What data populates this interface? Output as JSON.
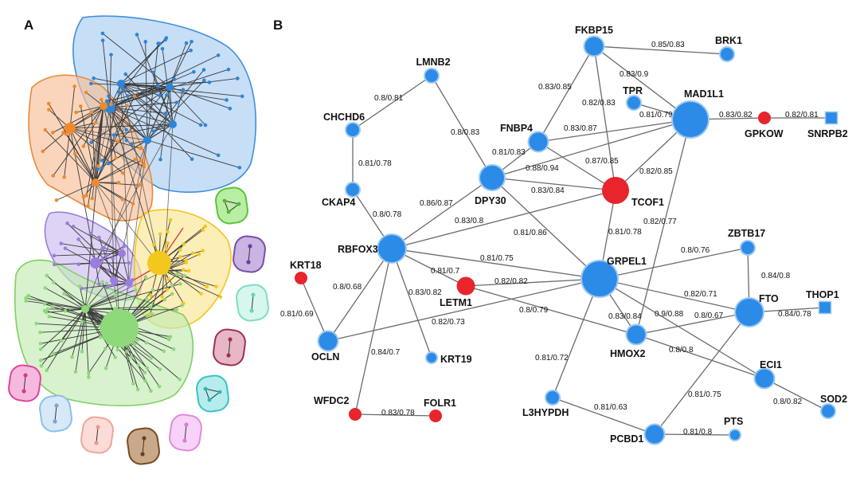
{
  "panels": {
    "a_label": "A",
    "b_label": "B"
  },
  "colors": {
    "blue_node": "#2b8be6",
    "blue_ring": "#9cc8f3",
    "red_node": "#e8242c",
    "edge": "#6b6b6b",
    "cluster_blue": "#a9cdf2",
    "cluster_orange": "#f7b98a",
    "cluster_purple": "#c7b3ec",
    "cluster_yellow": "#fbe27a",
    "cluster_green": "#b9e6a9"
  },
  "clusters": [
    {
      "name": "blue",
      "fill": "#a9cdf2",
      "stroke": "#3f8fdb",
      "node": "#2f84d6"
    },
    {
      "name": "orange",
      "fill": "#f7bf97",
      "stroke": "#e98a3d",
      "node": "#ef8a2c"
    },
    {
      "name": "purple",
      "fill": "#cdbcf0",
      "stroke": "#9a7fdc",
      "node": "#9b7ce0"
    },
    {
      "name": "yellow",
      "fill": "#fbe590",
      "stroke": "#f1c51f",
      "node": "#f3c81d"
    },
    {
      "name": "green",
      "fill": "#c1ebb2",
      "stroke": "#7fcf62",
      "node": "#8ed97a"
    }
  ],
  "small_clusters": [
    {
      "name": "green-triangle",
      "fill": "#b8eea3",
      "stroke": "#5cc43c",
      "node": "#4fb92d",
      "shape": "triangle"
    },
    {
      "name": "purple-pair",
      "fill": "#c9b4e2",
      "stroke": "#7a4ea7",
      "node": "#6c3f9a",
      "shape": "pair"
    },
    {
      "name": "mint-pair",
      "fill": "#d6f7ee",
      "stroke": "#7fdcc2",
      "node": "#6fd2b4",
      "shape": "pair"
    },
    {
      "name": "maroon-pair",
      "fill": "#e7b7c6",
      "stroke": "#a03054",
      "node": "#a03054",
      "shape": "pair"
    },
    {
      "name": "cyan-triangle",
      "fill": "#b6ecec",
      "stroke": "#39c3c3",
      "node": "#2bb5b5",
      "shape": "triangle"
    },
    {
      "name": "magenta-pair",
      "fill": "#f6b9dd",
      "stroke": "#e0449e",
      "node": "#d33a90",
      "shape": "pair"
    },
    {
      "name": "lightblue-pair",
      "fill": "#d7e8f8",
      "stroke": "#8dbfe8",
      "node": "#7fa6c8",
      "shape": "pair"
    },
    {
      "name": "pink-pair",
      "fill": "#fbdcd8",
      "stroke": "#f0a59a",
      "node": "#e89a8e",
      "shape": "pair"
    },
    {
      "name": "brown-pair",
      "fill": "#c8a98a",
      "stroke": "#7b4a20",
      "node": "#6e3f17",
      "shape": "pair"
    },
    {
      "name": "lilac-pair",
      "fill": "#f7d3f7",
      "stroke": "#e08ae0",
      "node": "#d97bd9",
      "shape": "pair"
    }
  ],
  "nodes": [
    {
      "id": "LMNB2",
      "label": "LMNB2",
      "color": "blue",
      "size": "small",
      "shape": "circle"
    },
    {
      "id": "CHCHD6",
      "label": "CHCHD6",
      "color": "blue",
      "size": "small",
      "shape": "circle"
    },
    {
      "id": "CKAP4",
      "label": "CKAP4",
      "color": "blue",
      "size": "small",
      "shape": "circle"
    },
    {
      "id": "RBFOX3",
      "label": "RBFOX3",
      "color": "blue",
      "size": "large",
      "shape": "circle"
    },
    {
      "id": "KRT18",
      "label": "KRT18",
      "color": "red",
      "size": "small",
      "shape": "circle"
    },
    {
      "id": "OCLN",
      "label": "OCLN",
      "color": "blue",
      "size": "medium",
      "shape": "circle"
    },
    {
      "id": "LETM1",
      "label": "LETM1",
      "color": "red",
      "size": "medium",
      "shape": "circle"
    },
    {
      "id": "KRT19",
      "label": "KRT19",
      "color": "blue",
      "size": "tiny",
      "shape": "circle"
    },
    {
      "id": "WFDC2",
      "label": "WFDC2",
      "color": "red",
      "size": "small",
      "shape": "circle"
    },
    {
      "id": "FOLR1",
      "label": "FOLR1",
      "color": "red",
      "size": "small",
      "shape": "circle"
    },
    {
      "id": "DPY30",
      "label": "DPY30",
      "color": "blue",
      "size": "medium-large",
      "shape": "circle"
    },
    {
      "id": "FNBP4",
      "label": "FNBP4",
      "color": "blue",
      "size": "medium",
      "shape": "circle"
    },
    {
      "id": "FKBP15",
      "label": "FKBP15",
      "color": "blue",
      "size": "medium",
      "shape": "circle"
    },
    {
      "id": "BRK1",
      "label": "BRK1",
      "color": "blue",
      "size": "small",
      "shape": "circle"
    },
    {
      "id": "TPR",
      "label": "TPR",
      "color": "blue",
      "size": "small",
      "shape": "circle"
    },
    {
      "id": "MAD1L1",
      "label": "MAD1L1",
      "color": "blue",
      "size": "xlarge",
      "shape": "circle"
    },
    {
      "id": "GPKOW",
      "label": "GPKOW",
      "color": "red",
      "size": "small",
      "shape": "circle"
    },
    {
      "id": "SNRPB2",
      "label": "SNRPB2",
      "color": "blue",
      "size": "small",
      "shape": "square"
    },
    {
      "id": "TCOF1",
      "label": "TCOF1",
      "color": "red",
      "size": "large",
      "shape": "circle"
    },
    {
      "id": "GRPEL1",
      "label": "GRPEL1",
      "color": "blue",
      "size": "xlarge",
      "shape": "circle"
    },
    {
      "id": "ZBTB17",
      "label": "ZBTB17",
      "color": "blue",
      "size": "small",
      "shape": "circle"
    },
    {
      "id": "FTO",
      "label": "FTO",
      "color": "blue",
      "size": "large",
      "shape": "circle"
    },
    {
      "id": "THOP1",
      "label": "THOP1",
      "color": "blue",
      "size": "small",
      "shape": "square"
    },
    {
      "id": "HMOX2",
      "label": "HMOX2",
      "color": "blue",
      "size": "medium",
      "shape": "circle"
    },
    {
      "id": "ECI1",
      "label": "ECI1",
      "color": "blue",
      "size": "medium",
      "shape": "circle"
    },
    {
      "id": "SOD2",
      "label": "SOD2",
      "color": "blue",
      "size": "small",
      "shape": "circle"
    },
    {
      "id": "L3HYPDH",
      "label": "L3HYPDH",
      "color": "blue",
      "size": "small",
      "shape": "circle"
    },
    {
      "id": "PCBD1",
      "label": "PCBD1",
      "color": "blue",
      "size": "medium",
      "shape": "circle"
    },
    {
      "id": "PTS",
      "label": "PTS",
      "color": "blue",
      "size": "tiny",
      "shape": "circle"
    }
  ],
  "edges": [
    {
      "source": "LMNB2",
      "target": "CHCHD6",
      "label": "0.8/0.81"
    },
    {
      "source": "LMNB2",
      "target": "DPY30",
      "label": "0.8/0.83"
    },
    {
      "source": "CHCHD6",
      "target": "CKAP4",
      "label": "0.81/0.78"
    },
    {
      "source": "CKAP4",
      "target": "RBFOX3",
      "label": "0.8/0.78"
    },
    {
      "source": "RBFOX3",
      "target": "DPY30",
      "label": "0.86/0.87"
    },
    {
      "source": "RBFOX3",
      "target": "TCOF1",
      "label": "0.83/0.8"
    },
    {
      "source": "RBFOX3",
      "target": "GRPEL1",
      "label": "0.81/0.75"
    },
    {
      "source": "RBFOX3",
      "target": "LETM1",
      "label": "0.81/0.7"
    },
    {
      "source": "RBFOX3",
      "target": "OCLN",
      "label": "0.8/0.68"
    },
    {
      "source": "RBFOX3",
      "target": "KRT19",
      "label": "0.83/0.82"
    },
    {
      "source": "RBFOX3",
      "target": "WFDC2",
      "label": "0.84/0.7"
    },
    {
      "source": "KRT18",
      "target": "OCLN",
      "label": "0.81/0.69"
    },
    {
      "source": "OCLN",
      "target": "GRPEL1",
      "label": "0.82/0.73"
    },
    {
      "source": "LETM1",
      "target": "GRPEL1",
      "label": "0.82/0.82"
    },
    {
      "source": "LETM1",
      "target": "HMOX2",
      "label": "0.8/0.79"
    },
    {
      "source": "WFDC2",
      "target": "FOLR1",
      "label": "0.83/0.78"
    },
    {
      "source": "DPY30",
      "target": "FNBP4",
      "label": "0.81/0.83"
    },
    {
      "source": "DPY30",
      "target": "MAD1L1",
      "label": "0.88/0.94"
    },
    {
      "source": "DPY30",
      "target": "TCOF1",
      "label": "0.83/0.84"
    },
    {
      "source": "DPY30",
      "target": "GRPEL1",
      "label": "0.81/0.86"
    },
    {
      "source": "FNBP4",
      "target": "FKBP15",
      "label": "0.83/0.85"
    },
    {
      "source": "FNBP4",
      "target": "MAD1L1",
      "label": "0.83/0.87"
    },
    {
      "source": "FNBP4",
      "target": "TCOF1",
      "label": "0.87/0.85"
    },
    {
      "source": "FKBP15",
      "target": "BRK1",
      "label": "0.85/0.83"
    },
    {
      "source": "FKBP15",
      "target": "MAD1L1",
      "label": "0.83/0.9"
    },
    {
      "source": "FKBP15",
      "target": "TCOF1",
      "label": "0.82/0.83"
    },
    {
      "source": "TPR",
      "target": "MAD1L1",
      "label": "0.81/0.79"
    },
    {
      "source": "MAD1L1",
      "target": "GPKOW",
      "label": "0.83/0.82"
    },
    {
      "source": "GPKOW",
      "target": "SNRPB2",
      "label": "0.82/0.81"
    },
    {
      "source": "MAD1L1",
      "target": "TCOF1",
      "label": "0.82/0.85"
    },
    {
      "source": "MAD1L1",
      "target": "HMOX2",
      "label": "0.82/0.77"
    },
    {
      "source": "TCOF1",
      "target": "GRPEL1",
      "label": "0.81/0.78"
    },
    {
      "source": "GRPEL1",
      "target": "ZBTB17",
      "label": "0.8/0.76"
    },
    {
      "source": "GRPEL1",
      "target": "FTO",
      "label": "0.82/0.71"
    },
    {
      "source": "GRPEL1",
      "target": "HMOX2",
      "label": "0.83/0.84"
    },
    {
      "source": "GRPEL1",
      "target": "ECI1",
      "label": "0.9/0.88"
    },
    {
      "source": "GRPEL1",
      "target": "L3HYPDH",
      "label": "0.81/0.72"
    },
    {
      "source": "ZBTB17",
      "target": "FTO",
      "label": "0.84/0.8"
    },
    {
      "source": "FTO",
      "target": "THOP1",
      "label": "0.84/0.78"
    },
    {
      "source": "FTO",
      "target": "HMOX2",
      "label": "0.8/0.67"
    },
    {
      "source": "FTO",
      "target": "PCBD1",
      "label": "0.81/0.75"
    },
    {
      "source": "HMOX2",
      "target": "ECI1",
      "label": "0.8/0.8"
    },
    {
      "source": "ECI1",
      "target": "SOD2",
      "label": "0.8/0.82"
    },
    {
      "source": "L3HYPDH",
      "target": "PCBD1",
      "label": "0.81/0.63"
    },
    {
      "source": "PCBD1",
      "target": "PTS",
      "label": "0.81/0.8"
    }
  ]
}
